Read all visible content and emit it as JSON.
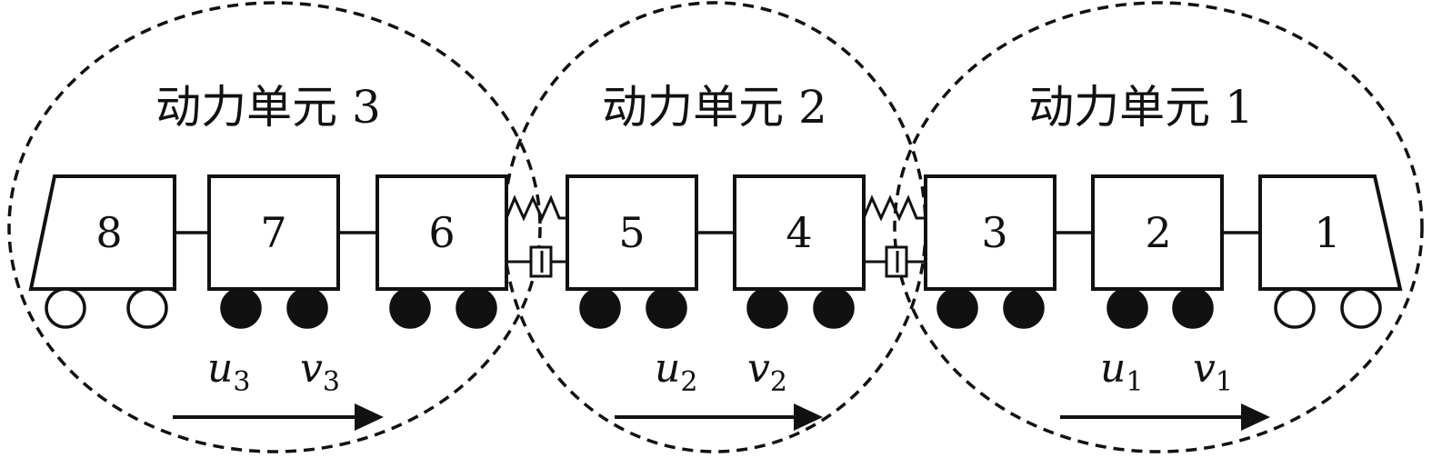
{
  "units": [
    {
      "title": "动力单元 3",
      "vars": [
        {
          "sym": "u",
          "sub": "3"
        },
        {
          "sym": "v",
          "sub": "3"
        }
      ]
    },
    {
      "title": "动力单元 2",
      "vars": [
        {
          "sym": "u",
          "sub": "2"
        },
        {
          "sym": "v",
          "sub": "2"
        }
      ]
    },
    {
      "title": "动力单元 1",
      "vars": [
        {
          "sym": "u",
          "sub": "1"
        },
        {
          "sym": "v",
          "sub": "1"
        }
      ]
    }
  ],
  "cars": [
    {
      "label": "8",
      "wheels": "unpowered",
      "shape": "end-left"
    },
    {
      "label": "7",
      "wheels": "powered",
      "shape": "box"
    },
    {
      "label": "6",
      "wheels": "powered",
      "shape": "box"
    },
    {
      "label": "5",
      "wheels": "powered",
      "shape": "box"
    },
    {
      "label": "4",
      "wheels": "powered",
      "shape": "box"
    },
    {
      "label": "3",
      "wheels": "powered",
      "shape": "box"
    },
    {
      "label": "2",
      "wheels": "powered",
      "shape": "box"
    },
    {
      "label": "1",
      "wheels": "unpowered",
      "shape": "end-right"
    }
  ],
  "couplers_between_units": [
    "spring-damper",
    "spring-damper"
  ],
  "colors": {
    "line": "#111111",
    "background": "#ffffff"
  }
}
